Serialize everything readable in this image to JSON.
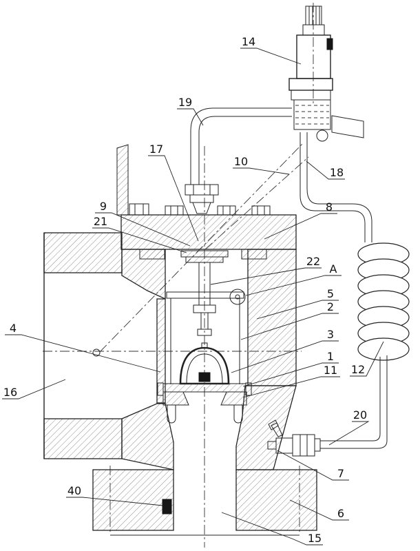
{
  "figure": {
    "background": "#ffffff",
    "line_color": "#222222"
  },
  "callouts": [
    {
      "id": "part-14",
      "label": "14"
    },
    {
      "id": "part-19",
      "label": "19"
    },
    {
      "id": "part-17",
      "label": "17"
    },
    {
      "id": "part-10",
      "label": "10"
    },
    {
      "id": "part-18",
      "label": "18"
    },
    {
      "id": "part-9",
      "label": "9"
    },
    {
      "id": "part-21",
      "label": "21"
    },
    {
      "id": "part-8",
      "label": "8"
    },
    {
      "id": "part-22",
      "label": "22"
    },
    {
      "id": "detail-A",
      "label": "A"
    },
    {
      "id": "part-5",
      "label": "5"
    },
    {
      "id": "part-2",
      "label": "2"
    },
    {
      "id": "part-3",
      "label": "3"
    },
    {
      "id": "part-1",
      "label": "1"
    },
    {
      "id": "part-11",
      "label": "11"
    },
    {
      "id": "part-12",
      "label": "12"
    },
    {
      "id": "part-4",
      "label": "4"
    },
    {
      "id": "part-16",
      "label": "16"
    },
    {
      "id": "part-20",
      "label": "20"
    },
    {
      "id": "part-7",
      "label": "7"
    },
    {
      "id": "part-6",
      "label": "6"
    },
    {
      "id": "part-40",
      "label": "40"
    },
    {
      "id": "part-15",
      "label": "15"
    }
  ]
}
